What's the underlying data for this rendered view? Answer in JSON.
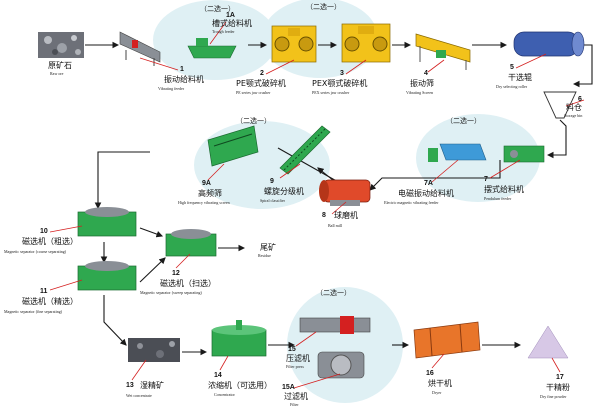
{
  "option_label": "（二选一）",
  "nodes": {
    "raw_ore": {
      "number": "",
      "cn": "原矿石",
      "en": "Raw ore"
    },
    "n1": {
      "number": "1",
      "cn": "振动给料机",
      "en": "Vibrating feeder"
    },
    "n1a": {
      "number": "1A",
      "cn": "槽式给料机",
      "en": "Trough feeder"
    },
    "n2": {
      "number": "2",
      "cn": "PE颚式破碎机",
      "en": "PE series jaw crusher"
    },
    "n3": {
      "number": "3",
      "cn": "PEX颚式破碎机",
      "en": "PEX series jaw crusher"
    },
    "n4": {
      "number": "4",
      "cn": "振动筛",
      "en": "Vibrating Screen"
    },
    "n5": {
      "number": "5",
      "cn": "干选辊",
      "en": "Dry selecting roller"
    },
    "n6": {
      "number": "6",
      "cn": "料仓",
      "en": "Storage bin"
    },
    "n7": {
      "number": "7",
      "cn": "摆式给料机",
      "en": "Pendulum feeder"
    },
    "n7a": {
      "number": "7A",
      "cn": "电磁振动给料机",
      "en": "Electric magnetic vibrating feeder"
    },
    "n8": {
      "number": "8",
      "cn": "球磨机",
      "en": "Ball mill"
    },
    "n9": {
      "number": "9",
      "cn": "螺旋分级机",
      "en": "Spiral classifier"
    },
    "n9a": {
      "number": "9A",
      "cn": "高频筛",
      "en": "High frequency vibrating screen"
    },
    "n10": {
      "number": "10",
      "cn": "磁选机（粗选）",
      "en": "Magnetic separator (coarse separating)"
    },
    "n11": {
      "number": "11",
      "cn": "磁选机（精选）",
      "en": "Magnetic separator (fine separating)"
    },
    "n12": {
      "number": "12",
      "cn": "磁选机（扫选）",
      "en": "Magnetic separator (sweep separating)"
    },
    "residue": {
      "number": "",
      "cn": "尾矿",
      "en": "Residue"
    },
    "n13": {
      "number": "13",
      "cn": "湿精矿",
      "en": "Wet concentrate"
    },
    "n14": {
      "number": "14",
      "cn": "浓缩机（可选用）",
      "en": "Concentrator"
    },
    "n15": {
      "number": "15",
      "cn": "压滤机",
      "en": "Filter press"
    },
    "n15a": {
      "number": "15A",
      "cn": "过滤机",
      "en": "Filter"
    },
    "n16": {
      "number": "16",
      "cn": "烘干机",
      "en": "Dryer"
    },
    "n17": {
      "number": "17",
      "cn": "干精粉",
      "en": "Dry fine powder"
    }
  },
  "colors": {
    "arrow": "#1a1a1a",
    "leader": "#d42020",
    "halo": "#dff0f4",
    "yellow_machine": "#f2c21a",
    "green_machine": "#2fa84f",
    "orange_machine": "#e8752a",
    "grey_machine": "#8a8f96",
    "roller_blue": "#3e5fb0",
    "ore_grey": "#6d7078",
    "powder_purple": "#d7c8e6"
  },
  "icons": [
    "raw-ore-pile-icon",
    "vibrating-feeder-icon",
    "trough-feeder-icon",
    "jaw-crusher-icon",
    "vibrating-screen-icon",
    "dry-roller-icon",
    "storage-bin-icon",
    "pendulum-feeder-icon",
    "electromagnetic-feeder-icon",
    "ball-mill-icon",
    "spiral-classifier-icon",
    "high-frequency-screen-icon",
    "magnetic-separator-icon",
    "wet-concentrate-icon",
    "concentrator-tank-icon",
    "filter-press-icon",
    "filter-drum-icon",
    "rotary-dryer-icon",
    "powder-pile-icon"
  ]
}
